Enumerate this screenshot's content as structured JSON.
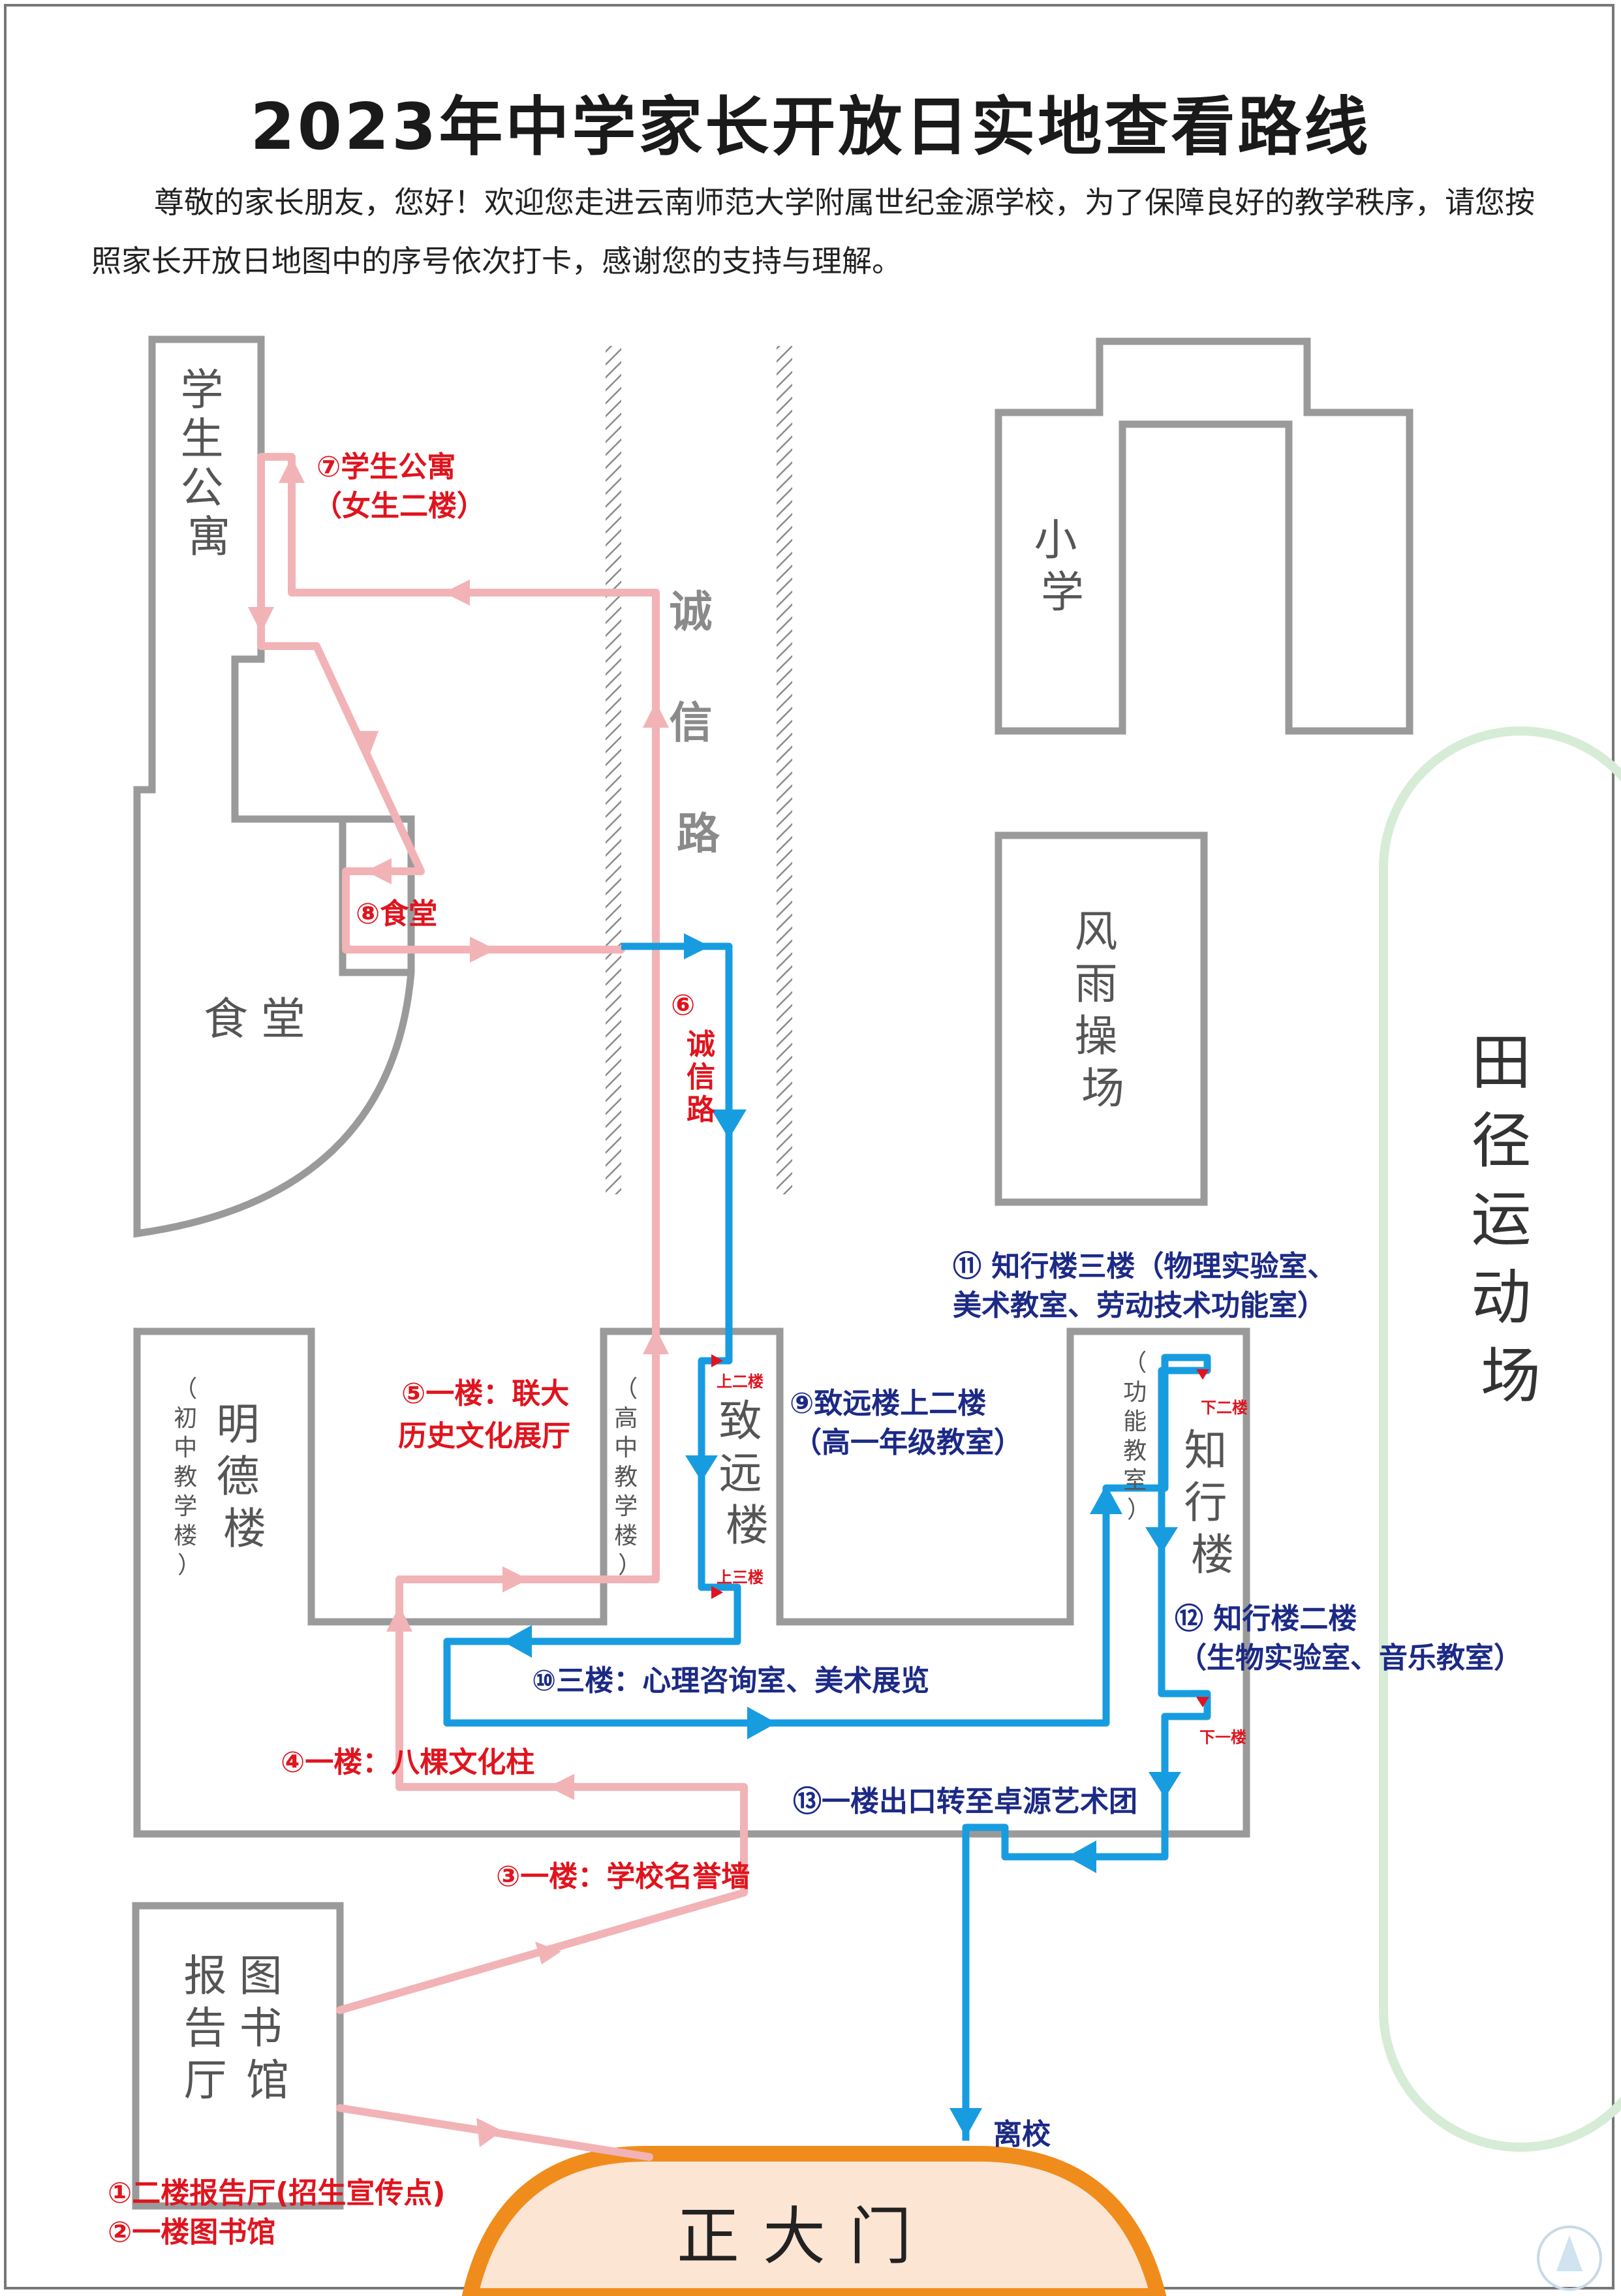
{
  "title": "2023年中学家长开放日实地查看路线",
  "intro": "尊敬的家长朋友，您好！欢迎您走进云南师范大学附属世纪金源学校，为了保障良好的教学秩序，请您按照家长开放日地图中的序号依次打卡，感谢您的支持与理解。",
  "buildings": {
    "dorm": "学生公寓",
    "canteen": "食堂",
    "road": "诚信路",
    "primary": "小学",
    "shelter": "风雨操场",
    "field": "田径运动场",
    "mingde": "明德楼",
    "mingde_sub": "（初中教学楼）",
    "zhiyuan": "致远楼",
    "zhiyuan_sub": "（高中教学楼）",
    "zhixing": "知行楼",
    "zhixing_sub": "（功能教室）",
    "library": "报告厅图书馆",
    "gate": "正大门"
  },
  "stops": {
    "s1": "①二楼报告厅(招生宣传点)",
    "s2": "②一楼图书馆",
    "s3": "③一楼：学校名誉墙",
    "s4": "④一楼：八棵文化柱",
    "s5a": "⑤一楼：联大",
    "s5b": "历史文化展厅",
    "s6a": "⑥",
    "s6b": "诚信路",
    "s7a": "⑦学生公寓",
    "s7b": "（女生二楼）",
    "s8": "⑧食堂",
    "s9a": "⑨致远楼上二楼",
    "s9b": "（高一年级教室）",
    "s10": "⑩三楼：心理咨询室、美术展览",
    "s11a": "⑪ 知行楼三楼（物理实验室、",
    "s11b": "美术教室、劳动技术功能室）",
    "s12a": "⑫ 知行楼二楼",
    "s12b": "（生物实验室、音乐教室）",
    "s13": "⑬一楼出口转至卓源艺术团",
    "exit": "离校"
  },
  "floor_marks": {
    "up2": "上二楼",
    "up3": "上三楼",
    "down2": "下二楼",
    "down1": "下一楼"
  },
  "colors": {
    "red_route": "#f2b3b6",
    "blue_route": "#189ce0",
    "red_text": "#e0141e",
    "blue_text": "#1c2a86",
    "wall": "#9a9a9a",
    "gate_orange": "#f08c1c",
    "gate_fill": "#fde5d4",
    "field_green": "#d6ecd6"
  }
}
